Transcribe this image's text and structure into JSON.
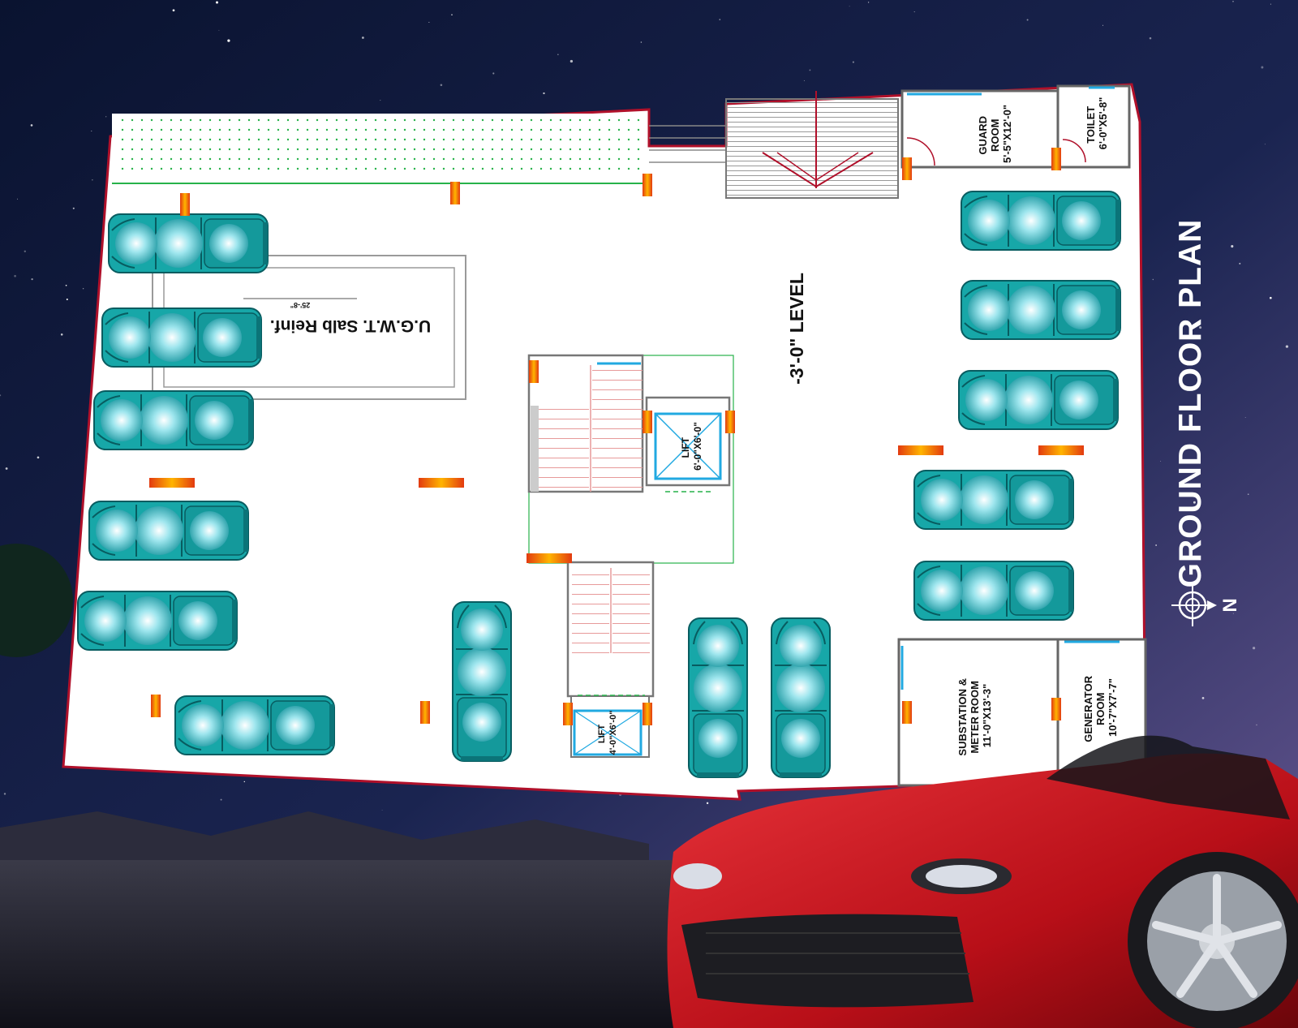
{
  "title": "GROUND FLOOR PLAN",
  "north_label": "N",
  "level_label": "-3'-0\" LEVEL",
  "tank": {
    "label": "U.G.W.T. Salb Reinf.",
    "dimension": "25'-8\""
  },
  "rooms": {
    "guard": [
      "GUARD",
      "ROOM",
      "5'-5\"X12'-0\""
    ],
    "toilet": [
      "TOILET",
      "6'-0\"X5'-8\""
    ],
    "substation": [
      "SUBSTATION &",
      "METER ROOM",
      "11'-0\"X13'-3\""
    ],
    "generator": [
      "GENERATOR",
      "ROOM",
      "10'-7\"X7'-7\""
    ]
  },
  "lifts": {
    "main": [
      "LIFT",
      "6'-0\"X6'-0\""
    ],
    "small": [
      "LIFT",
      "4'-0\"X6'-0\""
    ]
  },
  "colors": {
    "car_body": "#17a7a8",
    "wall": "#b0102a",
    "column": "#e8a000",
    "planter": "#27b24a",
    "sky": "#0b1430",
    "sports_car": "#c8141c"
  }
}
